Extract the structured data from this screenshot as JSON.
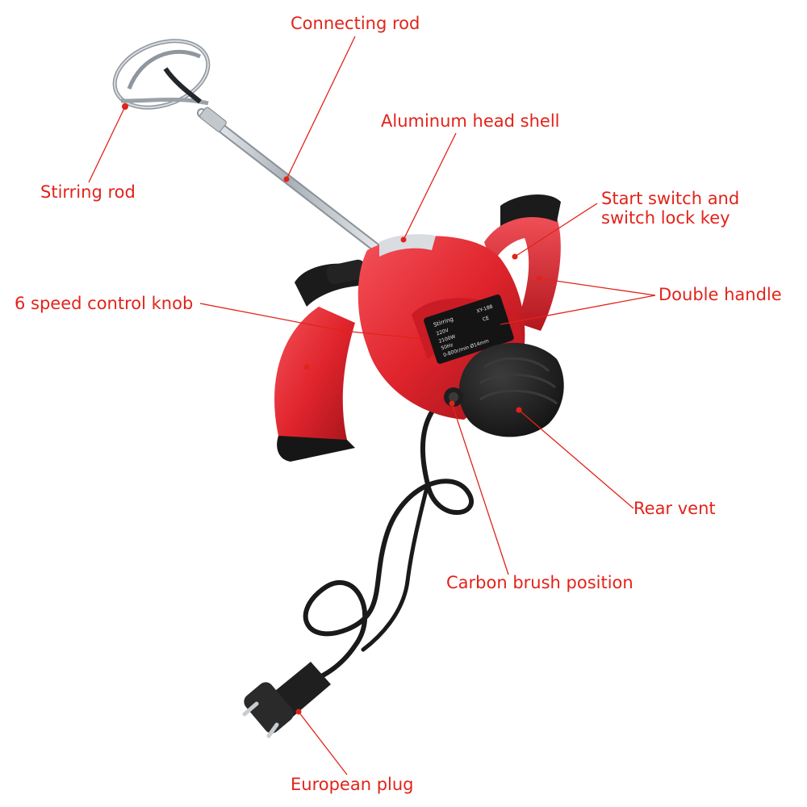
{
  "labels": {
    "connecting_rod": "Connecting rod",
    "aluminum_head_shell": "Aluminum head shell",
    "stirring_rod": "Stirring rod",
    "start_switch_line1": "Start switch and",
    "start_switch_line2": "switch lock key",
    "double_handle": "Double handle",
    "speed_control_knob": "6 speed control knob",
    "rear_vent": "Rear vent",
    "carbon_brush_position": "Carbon brush position",
    "european_plug": "European plug"
  },
  "product_text": {
    "brand_line": "Stirring",
    "model": "XY-188",
    "voltage": "220V",
    "power": "2100W",
    "frequency": "50Hz",
    "speed": "0-800r/min",
    "chuck": "Ø14mm",
    "mark": "CE"
  },
  "colors": {
    "label": "#e2231a",
    "body_red": "#e0242c",
    "dark_red": "#a8151c",
    "black": "#1c1c1c",
    "metal": "#c9ced3"
  }
}
